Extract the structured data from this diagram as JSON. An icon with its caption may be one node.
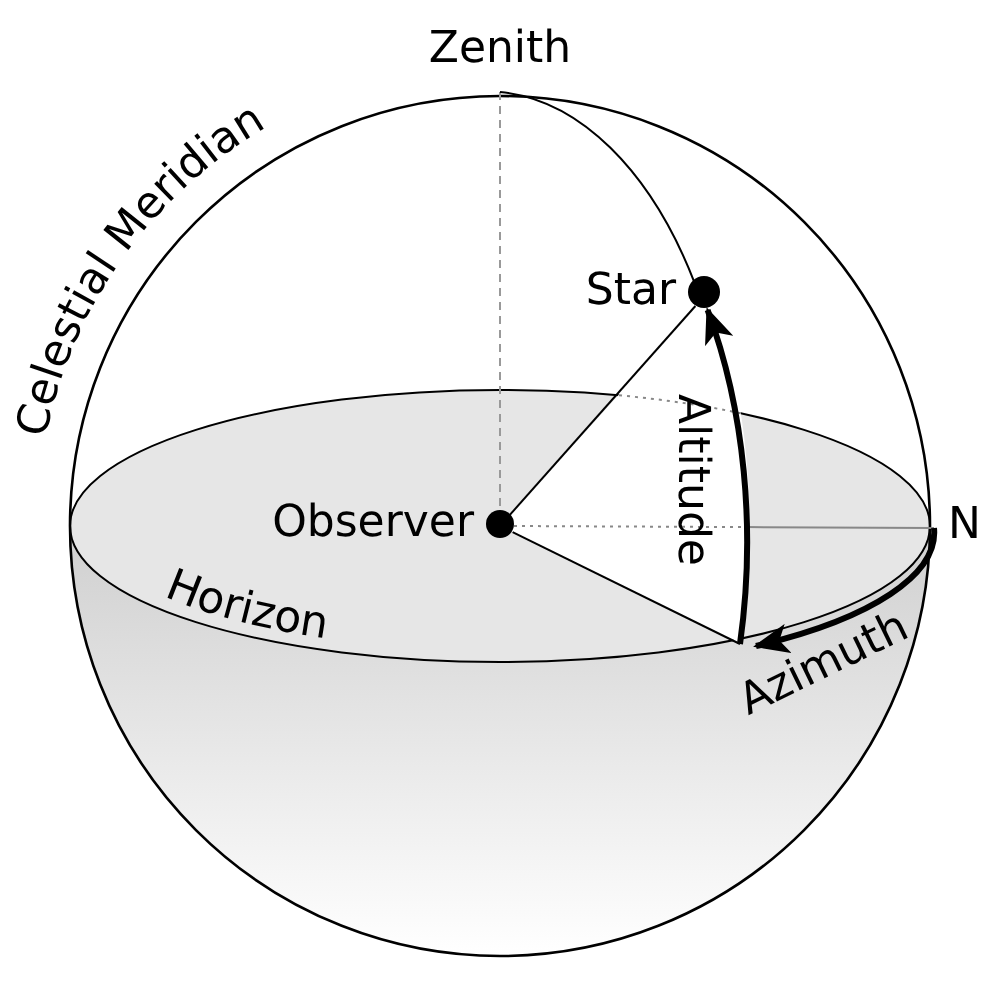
{
  "diagram": {
    "nodes": [
      {
        "text": [
          "Zenith"
        ]
      },
      {
        "text": [
          "Star"
        ]
      },
      {
        "text": [
          "Observer"
        ]
      },
      {
        "text": [
          "N"
        ]
      }
    ],
    "edges": [
      {
        "from": 0,
        "to": 2,
        "arrow": "none",
        "style": "dashed",
        "color": "#999999"
      },
      {
        "from": 2,
        "to": 1,
        "arrow": "none"
      },
      {
        "from": 2,
        "to": 3,
        "arrow": "none",
        "style": "dashed",
        "color": "#888888"
      },
      {
        "from": 2,
        "to": null,
        "arrow": "none"
      },
      {
        "from": null,
        "to": 1,
        "arrow": "to",
        "label": "Altitude",
        "style": "thick"
      },
      {
        "from": 3,
        "to": null,
        "arrow": "to",
        "label": "Azimuth",
        "style": "thick"
      },
      {
        "from": 0,
        "to": 1,
        "arrow": "none"
      }
    ],
    "labels": [
      "Celestial Meridian",
      "Horizon"
    ]
  }
}
